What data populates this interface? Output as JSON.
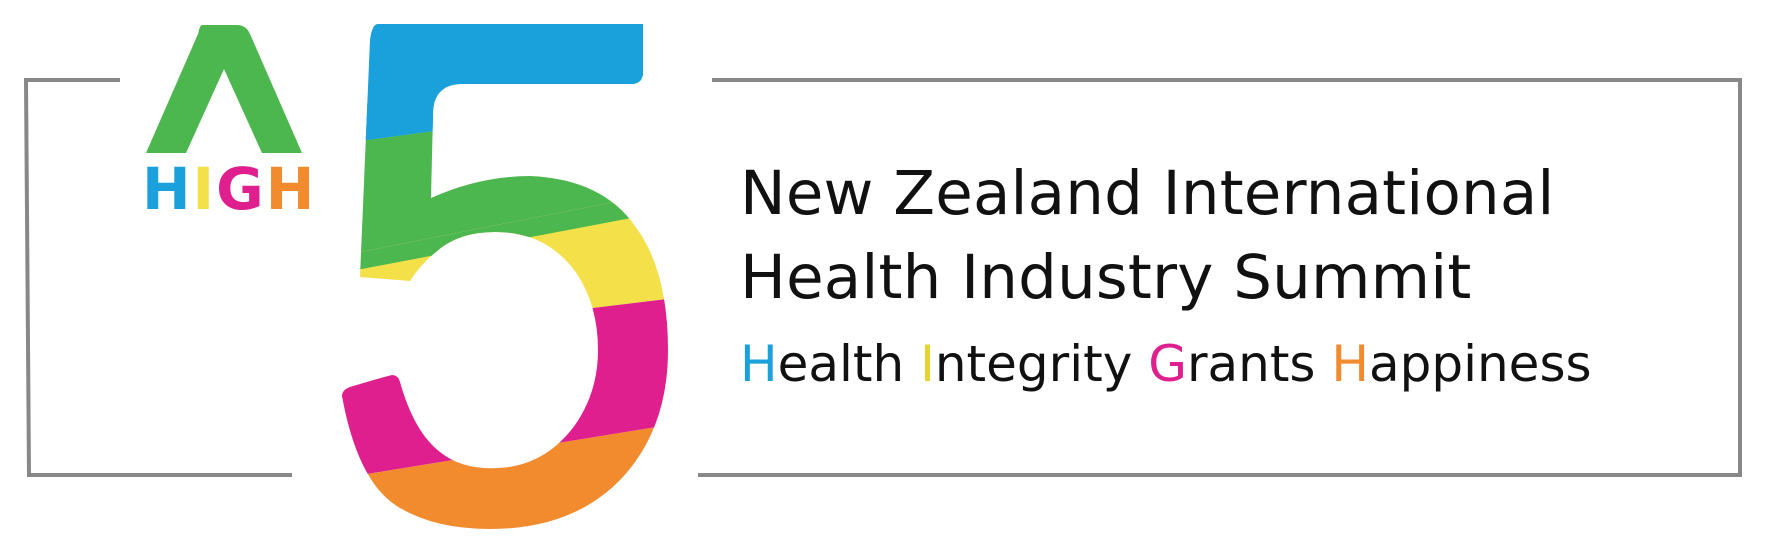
{
  "brand": {
    "high_letters": [
      {
        "char": "H",
        "color": "#1aa0da"
      },
      {
        "char": "I",
        "color": "#f4e14a"
      },
      {
        "char": "G",
        "color": "#e01f8f"
      },
      {
        "char": "H",
        "color": "#f28a2e"
      }
    ],
    "numeral": "5",
    "caret_color": "#4cb74e",
    "frame_color": "#888888",
    "stripe_colors": [
      "#1aa0da",
      "#4cb74e",
      "#f4e14a",
      "#e01f8f",
      "#f28a2e"
    ]
  },
  "title": {
    "line1": "New Zealand International",
    "line2": "Health Industry Summit"
  },
  "tagline": {
    "words": [
      {
        "initial": "H",
        "rest": "ealth ",
        "color": "#1aa0da"
      },
      {
        "initial": "I",
        "rest": "ntegrity ",
        "color": "#f4e14a"
      },
      {
        "initial": "G",
        "rest": "rants ",
        "color": "#e01f8f"
      },
      {
        "initial": "H",
        "rest": "appiness",
        "color": "#f28a2e"
      }
    ]
  }
}
